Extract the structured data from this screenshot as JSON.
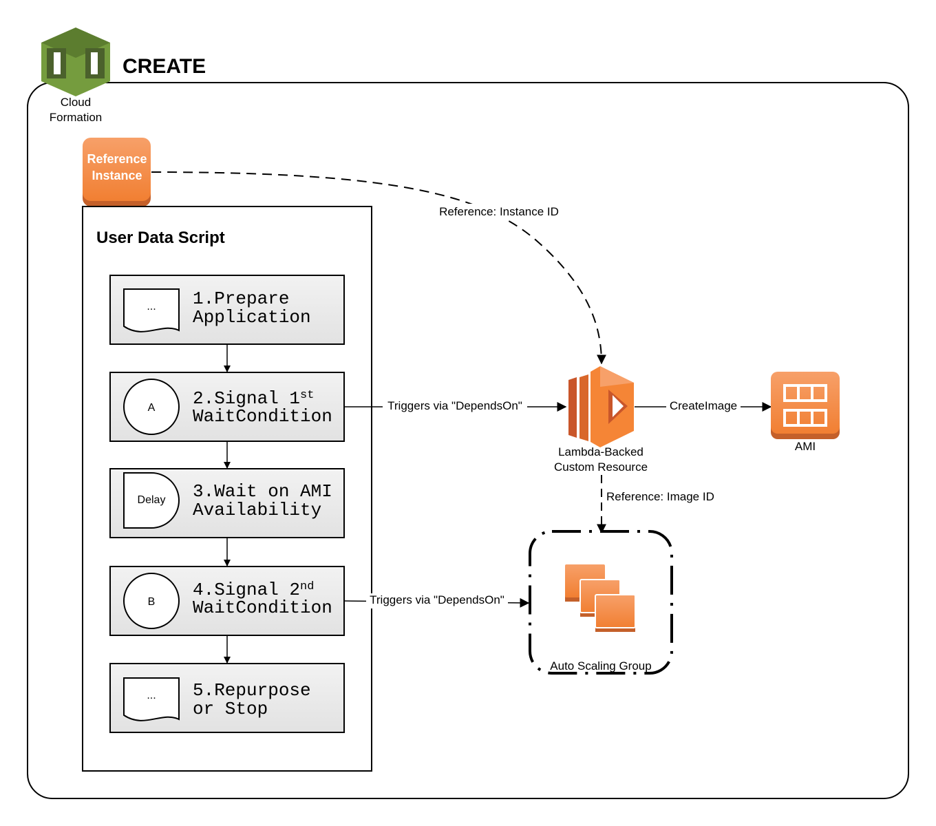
{
  "header": {
    "title": "CREATE",
    "cloudformation_label_line1": "Cloud",
    "cloudformation_label_line2": "Formation"
  },
  "reference_instance": {
    "line1": "Reference",
    "line2": "Instance"
  },
  "user_data_script": {
    "title": "User Data Script",
    "steps": [
      {
        "symbol": "...",
        "line1": "1.Prepare",
        "line2": "Application"
      },
      {
        "symbol": "A",
        "line1": "2.Signal 1",
        "sup": "st",
        "line2": "WaitCondition"
      },
      {
        "symbol": "Delay",
        "line1": "3.Wait on AMI",
        "line2": "Availability"
      },
      {
        "symbol": "B",
        "line1": "4.Signal 2",
        "sup": "nd",
        "line2": "WaitCondition"
      },
      {
        "symbol": "...",
        "line1": "5.Repurpose",
        "line2": "or Stop"
      }
    ]
  },
  "edges": {
    "instance_id": "Reference: Instance ID",
    "triggers_1": "Triggers via \"DependsOn\"",
    "create_image": "CreateImage",
    "image_id": "Reference: Image ID",
    "triggers_2": "Triggers via \"DependsOn\""
  },
  "lambda": {
    "line1": "Lambda-Backed",
    "line2": "Custom Resource"
  },
  "ami": {
    "label": "AMI"
  },
  "asg": {
    "label": "Auto Scaling Group"
  },
  "colors": {
    "orange": "#f58536",
    "orange_dark": "#d9672a",
    "green": "#759c3e",
    "green_dark": "#4b612c",
    "step_fill": "#e8e8e8"
  }
}
